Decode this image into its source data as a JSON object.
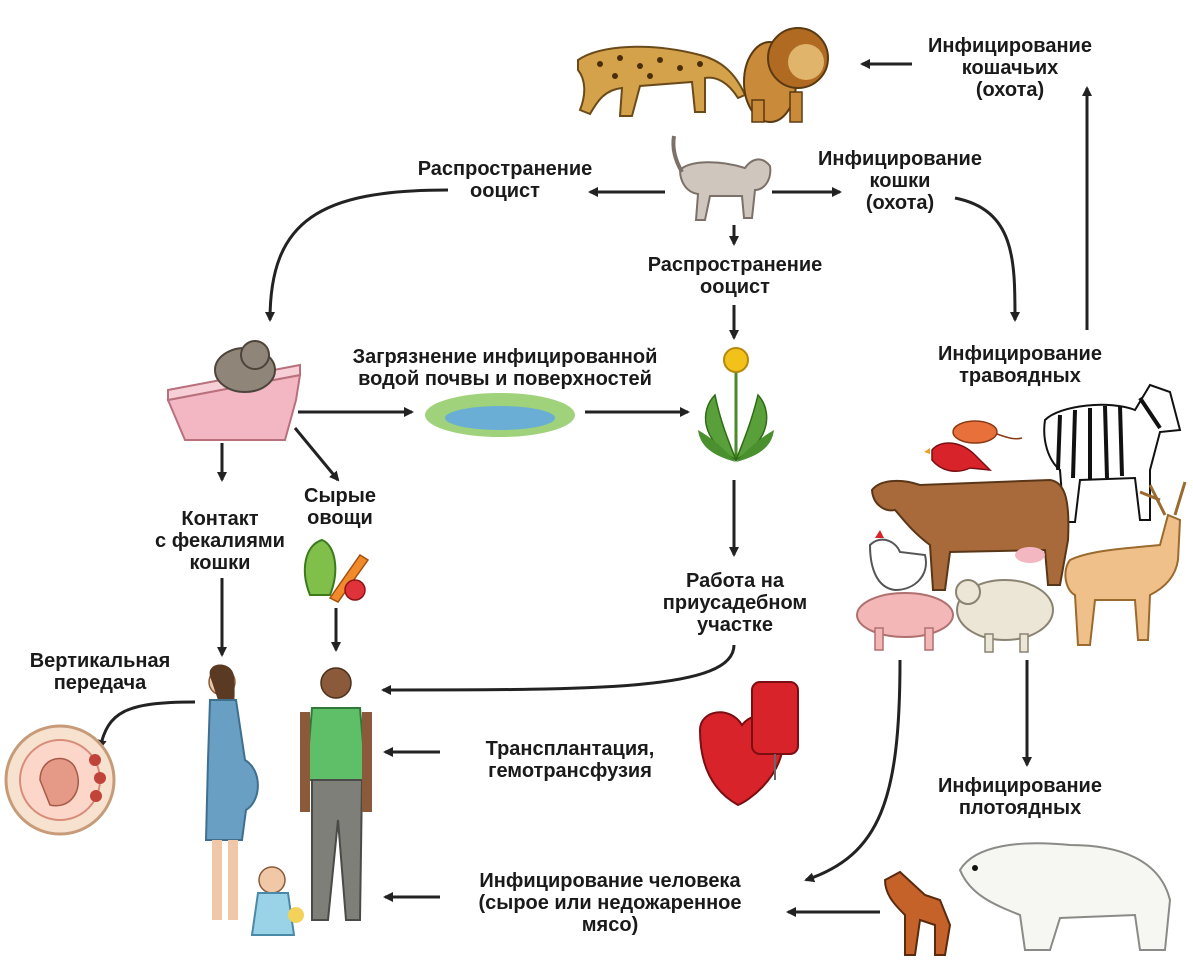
{
  "labels": {
    "felid_infection": [
      "Инфицирование",
      "кошачьих",
      "(охота)"
    ],
    "oocyst_spread_left": [
      "Распространение",
      "ооцист"
    ],
    "cat_infection": [
      "Инфицирование",
      "кошки",
      "(охота)"
    ],
    "oocyst_spread_center": [
      "Распространение",
      "ооцист"
    ],
    "herbivore_infection": [
      "Инфицирование",
      "травоядных"
    ],
    "soil_contamination": [
      "Загрязнение инфицированной",
      "водой почвы и поверхностей"
    ],
    "cat_feces_contact": [
      "Контакт",
      "с фекалиями",
      "кошки"
    ],
    "raw_vegetables": [
      "Сырые",
      "овощи"
    ],
    "gardening": [
      "Работа на",
      "приусадебном",
      "участке"
    ],
    "vertical_transmission": [
      "Вертикальная",
      "передача"
    ],
    "transplant": [
      "Трансплантация,",
      "гемотрансфузия"
    ],
    "carnivore_infection": [
      "Инфицирование",
      "плотоядных"
    ],
    "human_infection": [
      "Инфицирование человека",
      "(сырое или недожаренное",
      "мясо)"
    ]
  },
  "icons": [
    "jaguar-icon",
    "lion-icon",
    "cat-icon",
    "litter-box-icon",
    "pond-icon",
    "dandelion-icon",
    "vegetables-icon",
    "pregnant-woman-icon",
    "man-icon",
    "baby-icon",
    "fetus-icon",
    "heart-icon",
    "blood-bag-icon",
    "bird-icon",
    "mouse-icon",
    "zebra-icon",
    "cow-icon",
    "chicken-icon",
    "pig-icon",
    "sheep-icon",
    "deer-icon",
    "fox-icon",
    "polar-bear-icon"
  ],
  "colors": {
    "text": "#1a1a1a",
    "arrow": "#222222",
    "litter_box": "#f2b7c2",
    "pond_water": "#6aaed6",
    "pond_grass": "#9fd27a",
    "blood": "#d8232a",
    "shirt": "#5fbf68",
    "dress": "#6a9fc4"
  }
}
